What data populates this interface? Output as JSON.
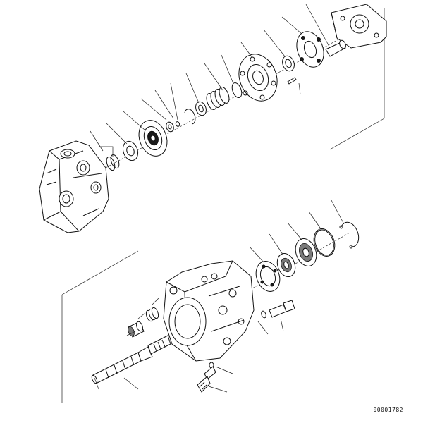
{
  "drawing_number": "00001782",
  "colors": {
    "line": "#111111",
    "background": "#ffffff"
  },
  "parts_shown": {
    "upper_assembly_callouts": 13,
    "lower_assembly_callouts": 14
  }
}
